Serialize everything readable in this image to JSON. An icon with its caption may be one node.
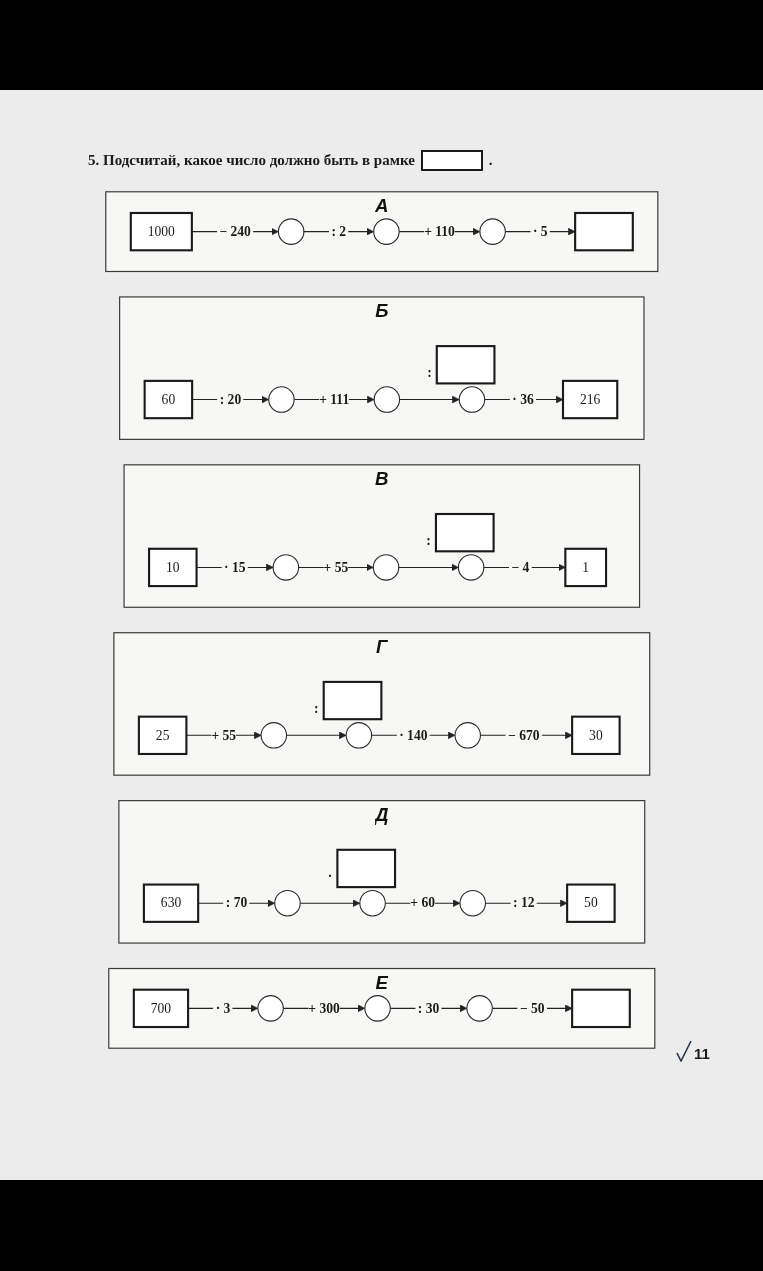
{
  "diagram": {
    "title": "5. Подсчитай, какое число должно быть в рамке",
    "nodes": [
      {
        "text": [
          "А"
        ]
      },
      {
        "text": [
          "1000"
        ],
        "in": 0
      },
      {
        "text": [],
        "shape": "circle",
        "in": 0
      },
      {
        "text": [],
        "shape": "circle",
        "in": 0
      },
      {
        "text": [],
        "shape": "circle",
        "in": 0
      },
      {
        "text": [],
        "shape": "box",
        "in": 0
      },
      {
        "text": [
          "Б"
        ]
      },
      {
        "text": [
          "60"
        ],
        "in": 6
      },
      {
        "text": [],
        "shape": "circle",
        "in": 6
      },
      {
        "text": [],
        "shape": "circle",
        "in": 6
      },
      {
        "text": [],
        "shape": "box",
        "in": 6
      },
      {
        "text": [],
        "shape": "circle",
        "in": 6
      },
      {
        "text": [
          "216"
        ],
        "in": 6
      },
      {
        "text": [
          "В"
        ]
      },
      {
        "text": [
          "10"
        ],
        "in": 13
      },
      {
        "text": [],
        "shape": "circle",
        "in": 13
      },
      {
        "text": [],
        "shape": "circle",
        "in": 13
      },
      {
        "text": [],
        "shape": "box",
        "in": 13
      },
      {
        "text": [],
        "shape": "circle",
        "in": 13
      },
      {
        "text": [
          "1"
        ],
        "in": 13
      },
      {
        "text": [
          "Г"
        ]
      },
      {
        "text": [
          "25"
        ],
        "in": 20
      },
      {
        "text": [],
        "shape": "circle",
        "in": 20
      },
      {
        "text": [],
        "shape": "box",
        "in": 20
      },
      {
        "text": [],
        "shape": "circle",
        "in": 20
      },
      {
        "text": [],
        "shape": "circle",
        "in": 20
      },
      {
        "text": [
          "30"
        ],
        "in": 20
      },
      {
        "text": [
          "Д"
        ]
      },
      {
        "text": [
          "630"
        ],
        "in": 27
      },
      {
        "text": [],
        "shape": "circle",
        "in": 27
      },
      {
        "text": [],
        "shape": "box",
        "in": 27
      },
      {
        "text": [],
        "shape": "circle",
        "in": 27
      },
      {
        "text": [],
        "shape": "circle",
        "in": 27
      },
      {
        "text": [
          "50"
        ],
        "in": 27
      },
      {
        "text": [
          "Е"
        ]
      },
      {
        "text": [
          "700"
        ],
        "in": 34
      },
      {
        "text": [],
        "shape": "circle",
        "in": 34
      },
      {
        "text": [],
        "shape": "circle",
        "in": 34
      },
      {
        "text": [],
        "shape": "circle",
        "in": 34
      },
      {
        "text": [],
        "shape": "box",
        "in": 34
      }
    ],
    "edges": [
      {
        "from": 1,
        "to": 2,
        "arrow": "to",
        "label": "− 240"
      },
      {
        "from": 2,
        "to": 3,
        "arrow": "to",
        "label": ": 2"
      },
      {
        "from": 3,
        "to": 4,
        "arrow": "to",
        "label": "+ 110"
      },
      {
        "from": 4,
        "to": 5,
        "arrow": "to",
        "label": "· 5"
      },
      {
        "from": 7,
        "to": 8,
        "arrow": "to",
        "label": ": 20"
      },
      {
        "from": 8,
        "to": 9,
        "arrow": "to",
        "label": "+ 111"
      },
      {
        "from": 9,
        "to": 11,
        "arrow": "to",
        "label": ":"
      },
      {
        "from": 11,
        "to": 12,
        "arrow": "to",
        "label": "· 36"
      },
      {
        "from": 14,
        "to": 15,
        "arrow": "to",
        "label": "· 15"
      },
      {
        "from": 15,
        "to": 16,
        "arrow": "to",
        "label": "+ 55"
      },
      {
        "from": 16,
        "to": 18,
        "arrow": "to",
        "label": ":"
      },
      {
        "from": 18,
        "to": 19,
        "arrow": "to",
        "label": "− 4"
      },
      {
        "from": 21,
        "to": 22,
        "arrow": "to",
        "label": "+ 55"
      },
      {
        "from": 22,
        "to": 24,
        "arrow": "to",
        "label": ":"
      },
      {
        "from": 24,
        "to": 25,
        "arrow": "to",
        "label": "· 140"
      },
      {
        "from": 25,
        "to": 26,
        "arrow": "to",
        "label": "− 670"
      },
      {
        "from": 28,
        "to": 29,
        "arrow": "to",
        "label": ": 70"
      },
      {
        "from": 29,
        "to": 31,
        "arrow": "to",
        "label": "·"
      },
      {
        "from": 31,
        "to": 32,
        "arrow": "to",
        "label": "+ 60"
      },
      {
        "from": 32,
        "to": 33,
        "arrow": "to",
        "label": ": 12"
      },
      {
        "from": 35,
        "to": 36,
        "arrow": "to",
        "label": "· 3"
      },
      {
        "from": 36,
        "to": 37,
        "arrow": "to",
        "label": "+ 300"
      },
      {
        "from": 37,
        "to": 38,
        "arrow": "to",
        "label": ": 30"
      },
      {
        "from": 38,
        "to": 39,
        "arrow": "to",
        "label": "− 50"
      }
    ],
    "labels": [
      ".",
      "11"
    ]
  }
}
